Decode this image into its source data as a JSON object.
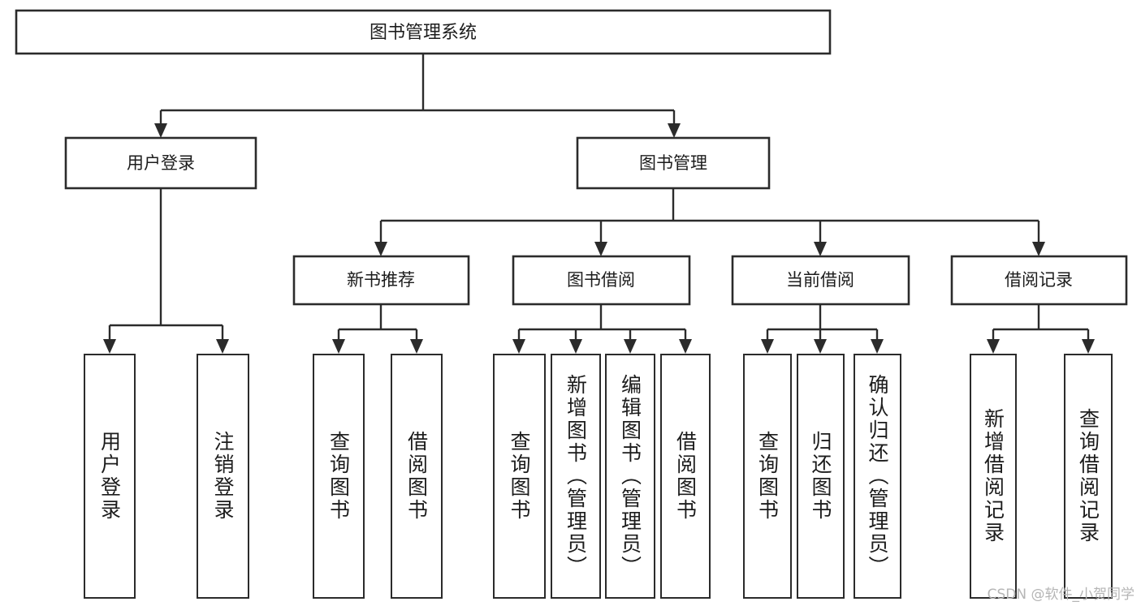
{
  "diagram": {
    "type": "tree",
    "title": "图书管理系统",
    "root": {
      "label": "图书管理系统"
    },
    "level2": [
      {
        "label": "用户登录"
      },
      {
        "label": "图书管理"
      }
    ],
    "level3": [
      {
        "label": "新书推荐"
      },
      {
        "label": "图书借阅"
      },
      {
        "label": "当前借阅"
      },
      {
        "label": "借阅记录"
      }
    ],
    "leaves": {
      "user_login": [
        {
          "label": "用户登录"
        },
        {
          "label": "注销登录"
        }
      ],
      "new_book_recommend": [
        {
          "label": "查询图书"
        },
        {
          "label": "借阅图书"
        }
      ],
      "book_borrow": [
        {
          "label": "查询图书"
        },
        {
          "label": "新增图书（管理员）"
        },
        {
          "label": "编辑图书（管理员）"
        },
        {
          "label": "借阅图书"
        }
      ],
      "current_borrow": [
        {
          "label": "查询图书"
        },
        {
          "label": "归还图书"
        },
        {
          "label": "确认归还（管理员）"
        }
      ],
      "borrow_record": [
        {
          "label": "新增借阅记录"
        },
        {
          "label": "查询借阅记录"
        }
      ]
    }
  },
  "watermark": {
    "text": "CSDN @软件_小贺同学"
  },
  "colors": {
    "stroke": "#2b2b2b",
    "fill": "#ffffff",
    "text": "#1c1c1c",
    "watermark": "#b5b5b5"
  }
}
